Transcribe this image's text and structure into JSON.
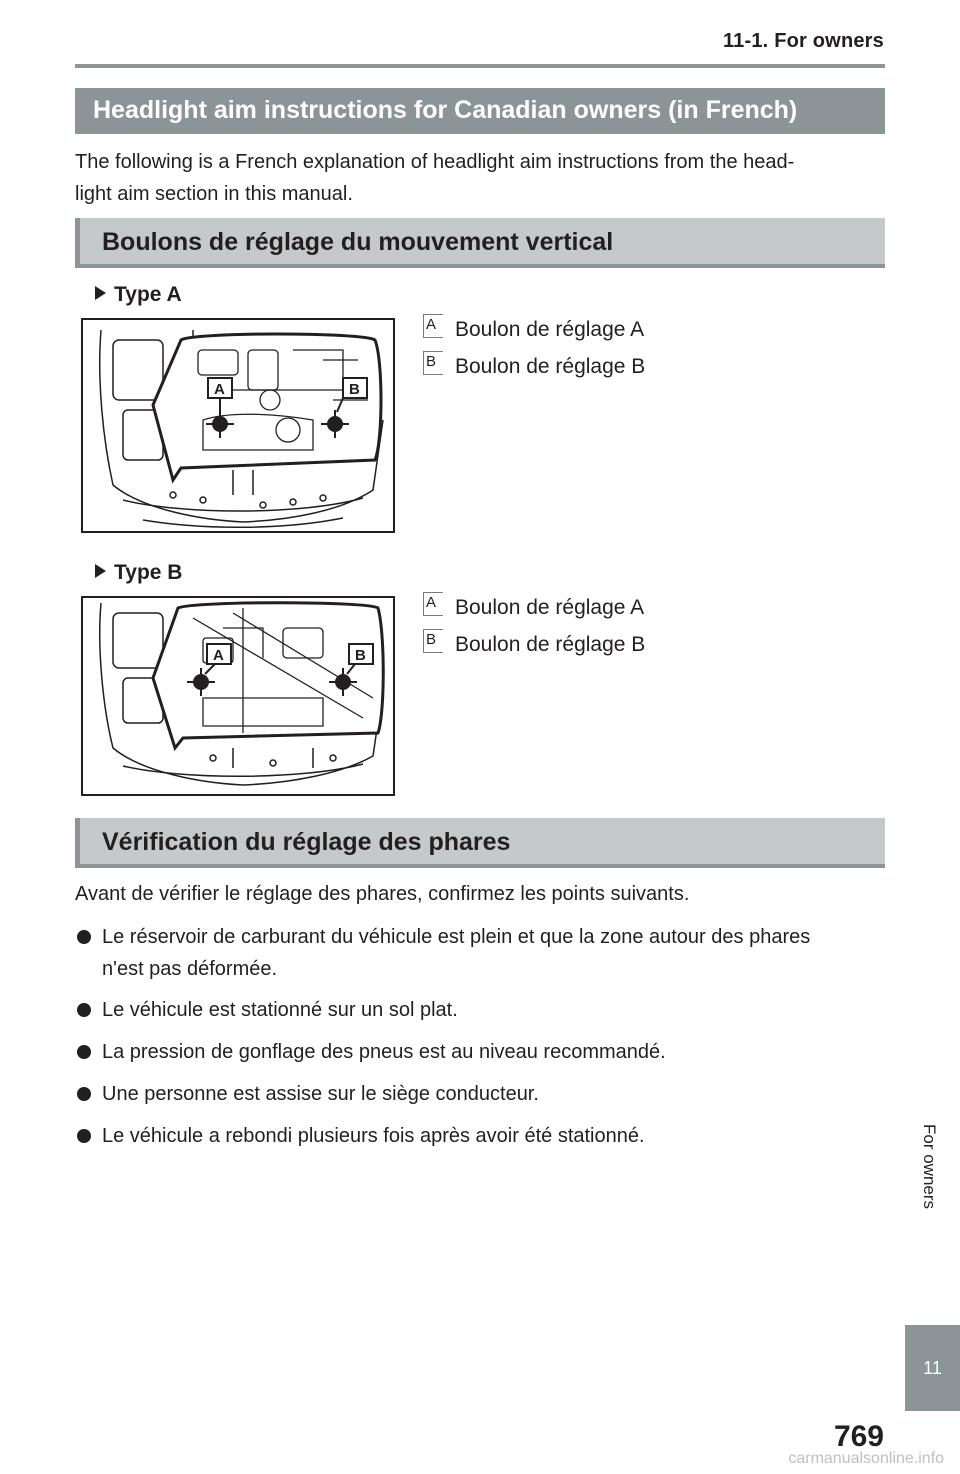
{
  "header": {
    "running_title": "11-1. For owners"
  },
  "section": {
    "title": "Headlight aim instructions for Canadian owners (in French)",
    "intro_line1": "The following is a French explanation of headlight aim instructions from the head-",
    "intro_line2": "light aim section in this manual."
  },
  "subsection1": {
    "title": "Boulons de réglage du mouvement vertical",
    "type_a": {
      "label": "Type A",
      "callouts": [
        {
          "marker": "A",
          "text": "Boulon de réglage A"
        },
        {
          "marker": "B",
          "text": "Boulon de réglage B"
        }
      ],
      "figure_markers": [
        "A",
        "B"
      ]
    },
    "type_b": {
      "label": "Type B",
      "callouts": [
        {
          "marker": "A",
          "text": "Boulon de réglage A"
        },
        {
          "marker": "B",
          "text": "Boulon de réglage B"
        }
      ],
      "figure_markers": [
        "A",
        "B"
      ]
    }
  },
  "subsection2": {
    "title": "Vérification du réglage des phares",
    "intro": "Avant de vérifier le réglage des phares, confirmez les points suivants.",
    "bullets": [
      {
        "line1": "Le réservoir de carburant du véhicule est plein et que la zone autour des phares",
        "line2": "n'est pas déformée."
      },
      {
        "line1": "Le véhicule est stationné sur un sol plat.",
        "line2": ""
      },
      {
        "line1": "La pression de gonflage des pneus est au niveau recommandé.",
        "line2": ""
      },
      {
        "line1": "Une personne est assise sur le siège conducteur.",
        "line2": ""
      },
      {
        "line1": "Le véhicule a rebondi plusieurs fois après avoir été stationné.",
        "line2": ""
      }
    ]
  },
  "side_tab": {
    "number": "11",
    "label": "For owners"
  },
  "footer": {
    "page_number": "769",
    "watermark": "carmanualsonline.info"
  },
  "colors": {
    "heading_bar": "#8b9496",
    "subheading_bar": "#c5c9c9",
    "text": "#231f20"
  }
}
